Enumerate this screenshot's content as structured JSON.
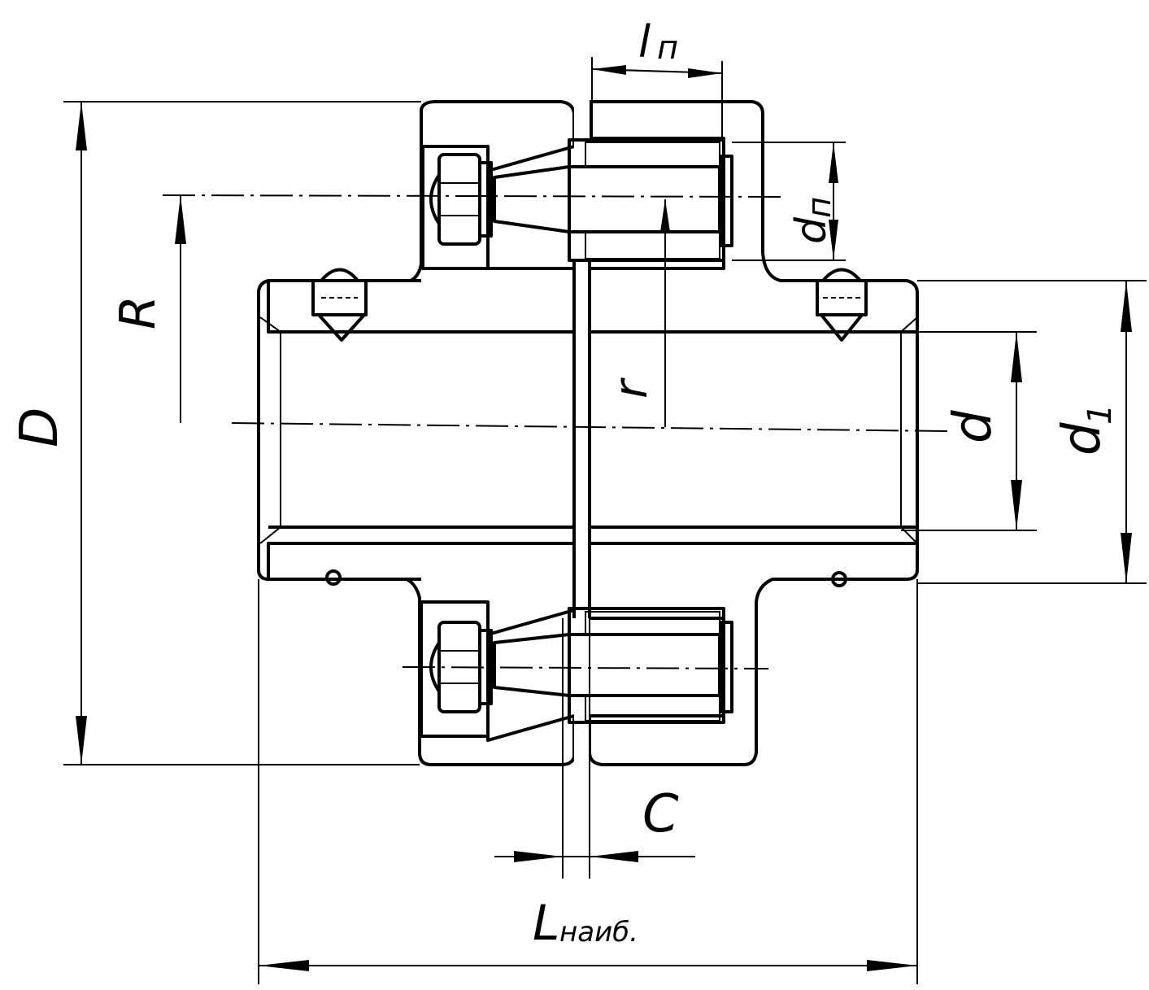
{
  "labels": {
    "D": "D",
    "R": "R",
    "r": "r",
    "d": "d",
    "d1_main": "d",
    "d1_sub": "1",
    "ln_main": "l",
    "ln_sub": "п",
    "dn_main": "d",
    "dn_sub": "п",
    "C": "C",
    "L_main": "L",
    "L_sub": "наиб."
  },
  "colors": {
    "line": "#000000",
    "background": "#ffffff"
  }
}
